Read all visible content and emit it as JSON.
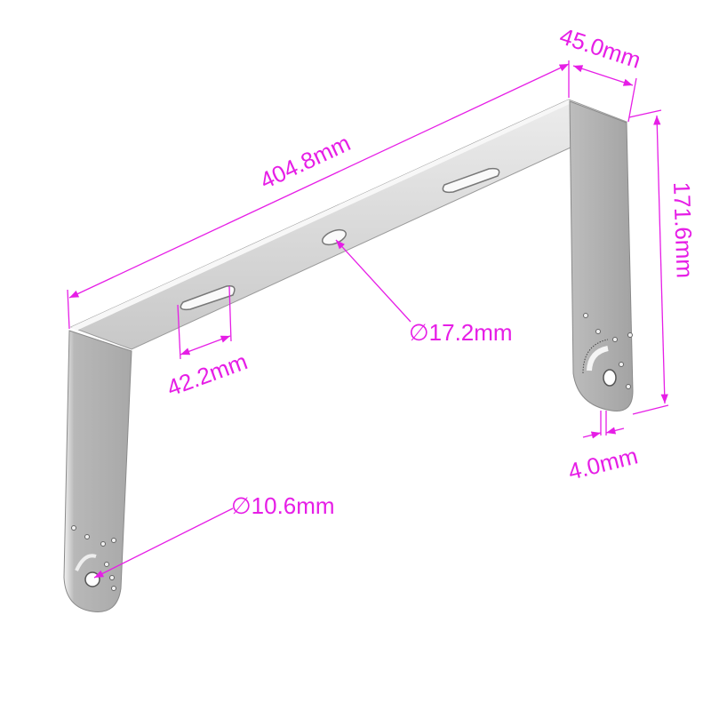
{
  "colors": {
    "dimension": "#e61ee6",
    "metal_light": "#d9d9d9",
    "metal_dark": "#9a9a9a"
  },
  "dimensions": {
    "length": "404.8mm",
    "width": "45.0mm",
    "height": "171.6mm",
    "thickness": "4.0mm",
    "slot_length": "42.2mm",
    "center_hole": "∅17.2mm",
    "pivot_hole": "∅10.6mm"
  }
}
